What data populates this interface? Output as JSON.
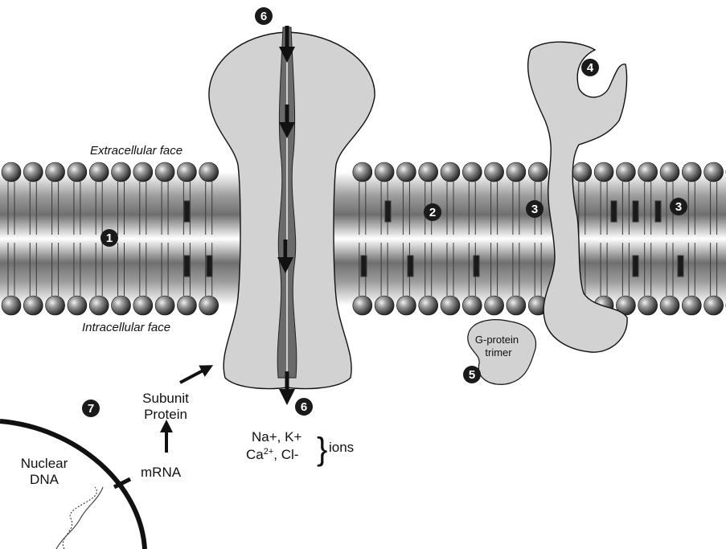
{
  "labels": {
    "extracellular_face": "Extracellular face",
    "intracellular_face": "Intracellular face",
    "g_protein_line1": "G-protein",
    "g_protein_line2": "trimer",
    "subunit_line1": "Subunit",
    "subunit_line2": "Protein",
    "mrna": "mRNA",
    "nuclear_line1": "Nuclear",
    "nuclear_line2": "DNA",
    "ions_line1": "Na+, K+",
    "ions_line2_a": "Ca",
    "ions_line2_sup": "2+",
    "ions_line2_b": ", Cl-",
    "ions_word": "ions"
  },
  "markers": [
    "1",
    "2",
    "3",
    "3",
    "4",
    "5",
    "6",
    "6",
    "7"
  ],
  "colors": {
    "protein_fill": "#d2d2d2",
    "pore_fill": "#6a6a6a",
    "marker_fill": "#1a1a1a",
    "outline": "#111111"
  }
}
